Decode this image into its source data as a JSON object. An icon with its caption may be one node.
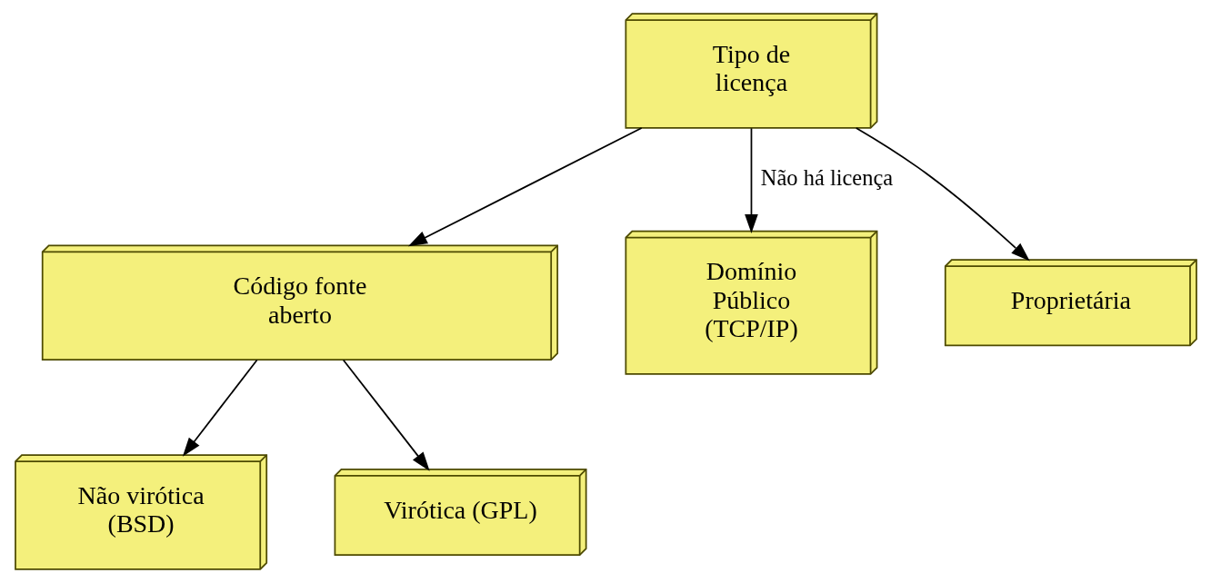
{
  "diagram": {
    "nodes": [
      {
        "text": [
          "Tipo de licença"
        ]
      },
      {
        "text": [
          "Código fonte aberto"
        ]
      },
      {
        "text": [
          "Domínio Público (TCP/IP)"
        ]
      },
      {
        "text": [
          "Não virótica (BSD)"
        ]
      },
      {
        "text": [
          "Virótica (GPL)"
        ]
      },
      {
        "text": [
          "Proprietária"
        ]
      }
    ],
    "edges": [
      {
        "from": 0,
        "to": 2,
        "arrow": "to",
        "label": "Não há licença"
      },
      {
        "from": 0,
        "to": 1,
        "arrow": "to"
      },
      {
        "from": 0,
        "to": 5,
        "arrow": "to"
      },
      {
        "from": 1,
        "to": 3,
        "arrow": "to"
      },
      {
        "from": 1,
        "to": 4,
        "arrow": "to"
      }
    ]
  }
}
